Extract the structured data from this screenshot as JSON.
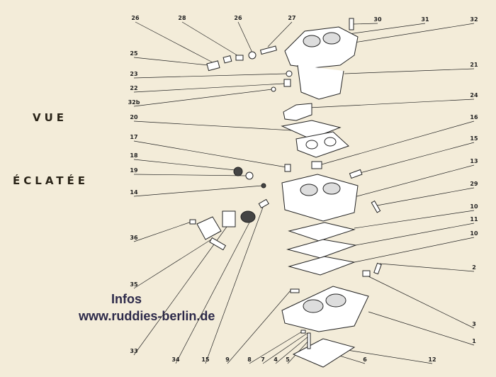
{
  "titles": {
    "line1": "VUE",
    "line2": "ÉCLATÉE"
  },
  "watermark": {
    "line1": "Infos",
    "line2": "www.ruddies-berlin.de"
  },
  "labels": [
    {
      "id": "l26a",
      "text": "26"
    },
    {
      "id": "l28",
      "text": "28"
    },
    {
      "id": "l26b",
      "text": "26"
    },
    {
      "id": "l27",
      "text": "27"
    },
    {
      "id": "l30",
      "text": "30"
    },
    {
      "id": "l31",
      "text": "31"
    },
    {
      "id": "l32",
      "text": "32"
    },
    {
      "id": "l25",
      "text": "25"
    },
    {
      "id": "l21",
      "text": "21"
    },
    {
      "id": "l23",
      "text": "23"
    },
    {
      "id": "l22",
      "text": "22"
    },
    {
      "id": "l32b",
      "text": "32b"
    },
    {
      "id": "l24",
      "text": "24"
    },
    {
      "id": "l20",
      "text": "20"
    },
    {
      "id": "l16",
      "text": "16"
    },
    {
      "id": "l17",
      "text": "17"
    },
    {
      "id": "l15a",
      "text": "15"
    },
    {
      "id": "l18",
      "text": "18"
    },
    {
      "id": "l13",
      "text": "13"
    },
    {
      "id": "l19",
      "text": "19"
    },
    {
      "id": "l14",
      "text": "14"
    },
    {
      "id": "l29",
      "text": "29"
    },
    {
      "id": "l10a",
      "text": "10"
    },
    {
      "id": "l11",
      "text": "11"
    },
    {
      "id": "l36",
      "text": "36"
    },
    {
      "id": "l10b",
      "text": "10"
    },
    {
      "id": "l2",
      "text": "2"
    },
    {
      "id": "l35",
      "text": "35"
    },
    {
      "id": "l3",
      "text": "3"
    },
    {
      "id": "l1",
      "text": "1"
    },
    {
      "id": "l33",
      "text": "33"
    },
    {
      "id": "l34",
      "text": "34"
    },
    {
      "id": "l15b",
      "text": "15"
    },
    {
      "id": "l9",
      "text": "9"
    },
    {
      "id": "l8",
      "text": "8"
    },
    {
      "id": "l7",
      "text": "7"
    },
    {
      "id": "l4",
      "text": "4"
    },
    {
      "id": "l5",
      "text": "5"
    },
    {
      "id": "l6",
      "text": "6"
    },
    {
      "id": "l12",
      "text": "12"
    }
  ],
  "colors": {
    "paper": "#f3ecd9",
    "ink": "#222222",
    "watermark": "#2d2a4a"
  }
}
